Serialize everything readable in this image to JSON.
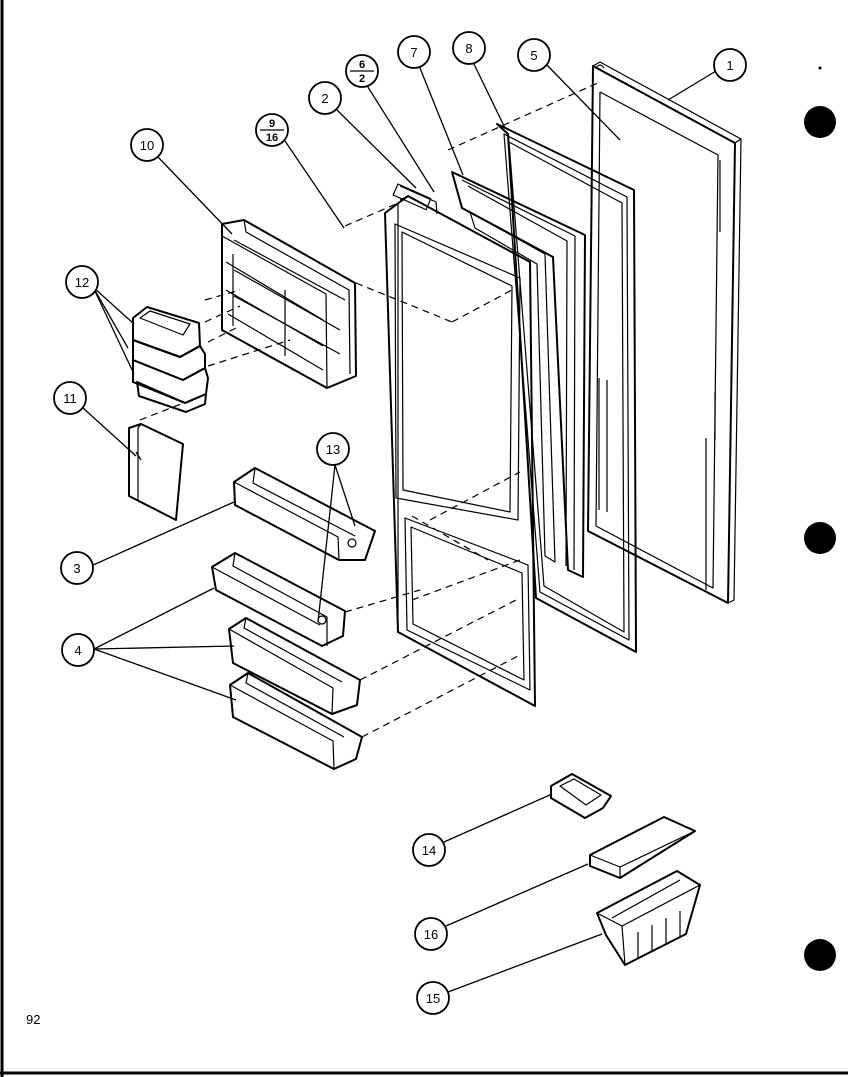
{
  "page_number": "92",
  "callouts": [
    {
      "id": "c1",
      "label": "1"
    },
    {
      "id": "c2",
      "label": "2"
    },
    {
      "id": "c3",
      "label": "3"
    },
    {
      "id": "c4",
      "label": "4"
    },
    {
      "id": "c5",
      "label": "5"
    },
    {
      "id": "c6",
      "label_top": "6",
      "label_bottom": "2"
    },
    {
      "id": "c7",
      "label": "7"
    },
    {
      "id": "c8",
      "label": "8"
    },
    {
      "id": "c9",
      "label_top": "9",
      "label_bottom": "16"
    },
    {
      "id": "c10",
      "label": "10"
    },
    {
      "id": "c11",
      "label": "11"
    },
    {
      "id": "c12",
      "label": "12"
    },
    {
      "id": "c13",
      "label": "13"
    },
    {
      "id": "c14",
      "label": "14"
    },
    {
      "id": "c15",
      "label": "16"
    },
    {
      "id": "c16",
      "label": "15"
    }
  ]
}
